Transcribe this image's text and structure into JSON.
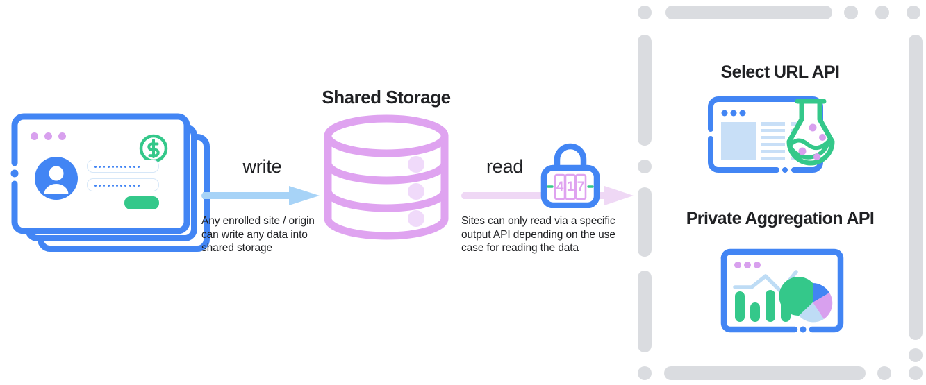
{
  "diagram": {
    "title_main": "Shared Storage",
    "flow": {
      "write": {
        "label": "write",
        "caption": "Any enrolled site / origin can write any data into shared storage",
        "arrow_color": "#A7D3F7",
        "icon": "right-arrow-icon"
      },
      "read": {
        "label": "read",
        "caption": "Sites can only read via a specific output API depending on the use case for reading the data",
        "arrow_color": "#EFD8F5",
        "icon": "right-arrow-icon"
      }
    },
    "source": {
      "name": "browser-window-stack",
      "card_count": 3,
      "window_dots_color": "#D8A0EE",
      "accent_color": "#4285F4",
      "coin_icon": "dollar-coin-icon",
      "coin_color": "#34C88A",
      "field_count": 2,
      "field_mask_char": "•",
      "submit_color": "#34C88A"
    },
    "storage": {
      "name": "database-cylinder-icon",
      "color": "#DFA3F0",
      "disc_count": 3,
      "dot_color": "#F0DAFA"
    },
    "lock": {
      "name": "combination-lock-icon",
      "color": "#4285F4",
      "digits": [
        "4",
        "1",
        "7"
      ],
      "digit_color": "#DFA3F0",
      "dash_color": "#34C88A"
    },
    "outputs": {
      "border_color": "#DADCE0",
      "items": [
        {
          "title": "Select URL API",
          "art": "browser-with-flask-icon",
          "art_colors": {
            "frame": "#4285F4",
            "content": "#C8DFF7",
            "flask": "#34C88A",
            "bubbles": "#D8A0EE"
          }
        },
        {
          "title": "Private Aggregation API",
          "art": "dashboard-charts-icon",
          "art_colors": {
            "frame": "#4285F4",
            "bars": "#34C88A",
            "line": "#BEDCF5",
            "dots": "#D8A0EE"
          },
          "chart": {
            "bars": [
              4,
              2.4,
              4.2,
              3
            ],
            "pie_slices": [
              {
                "label": "green",
                "value": 42,
                "color": "#34C88A"
              },
              {
                "label": "blue",
                "value": 17,
                "color": "#4285F4"
              },
              {
                "label": "purple",
                "value": 18,
                "color": "#D8A0EE"
              },
              {
                "label": "light-blue",
                "value": 23,
                "color": "#BEDCF5"
              }
            ]
          }
        }
      ]
    }
  }
}
